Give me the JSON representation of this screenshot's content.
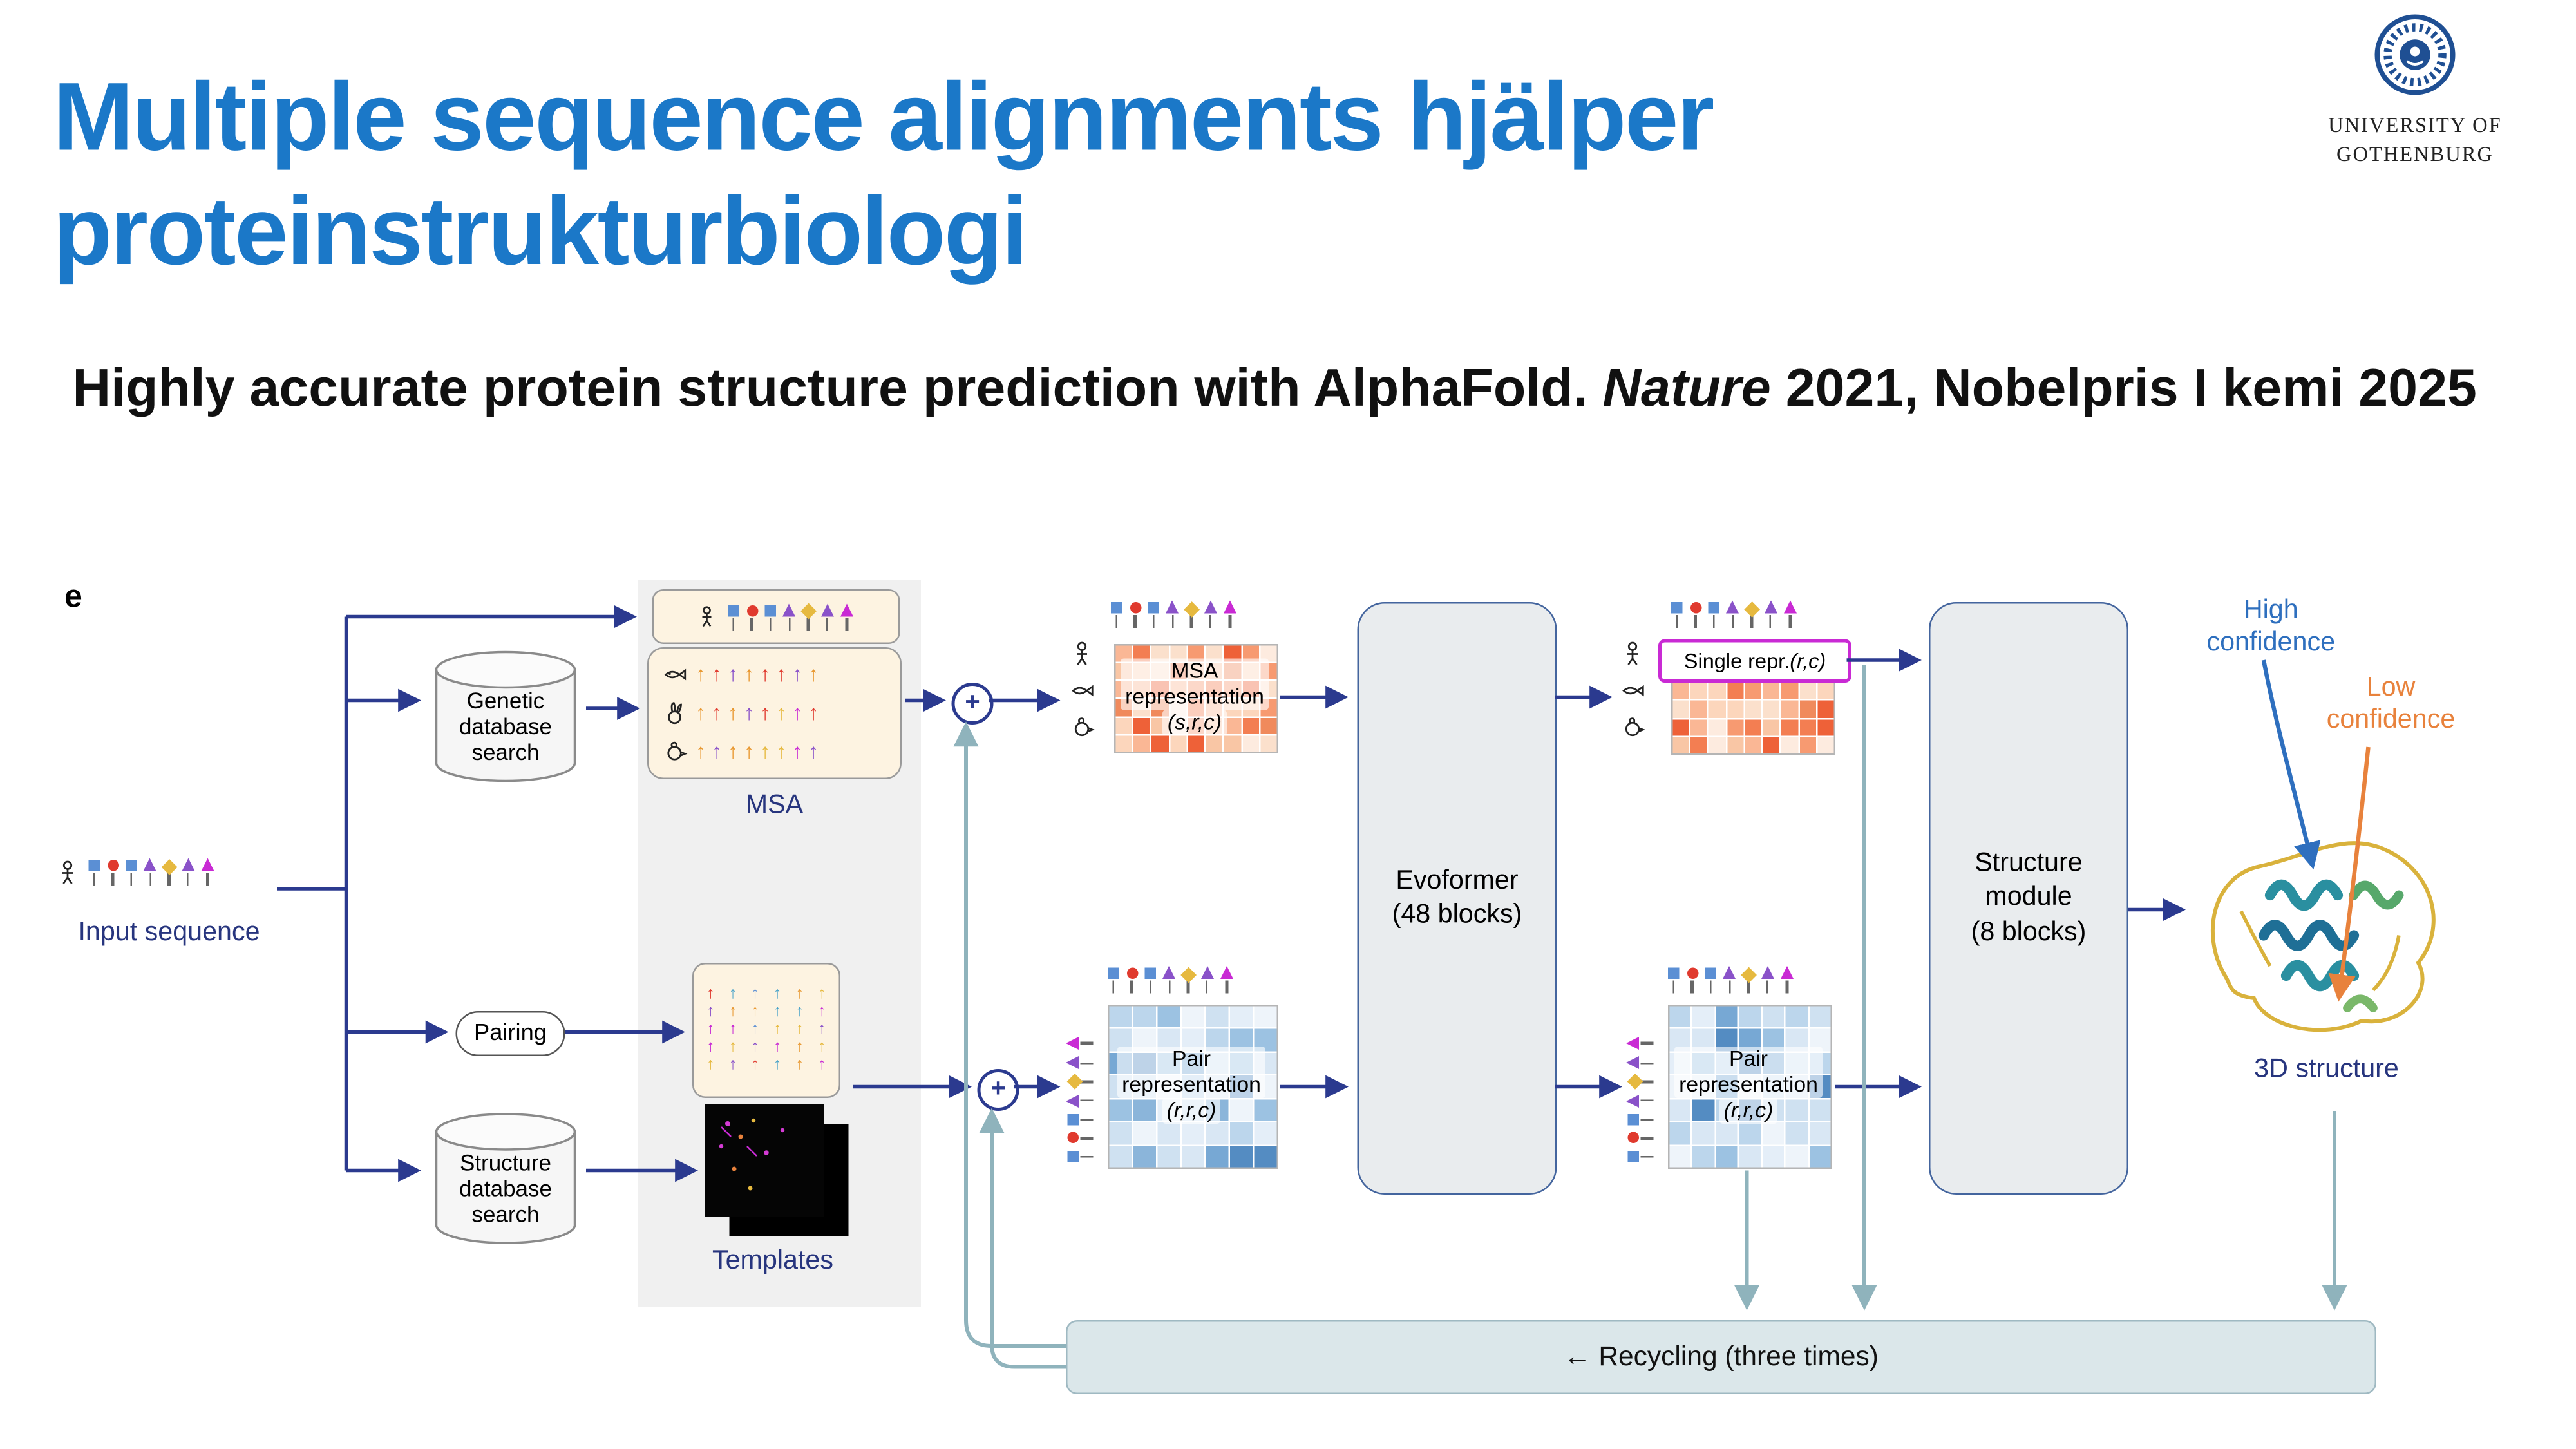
{
  "title": "Multiple sequence alignments hjälper\nproteinstrukturbiologi",
  "subtitle": {
    "prefix": "Highly accurate protein structure prediction with AlphaFold. ",
    "italic": "Nature",
    "suffix": " 2021, Nobelpris I kemi 2025"
  },
  "logo": {
    "line1": "UNIVERSITY OF",
    "line2": "GOTHENBURG"
  },
  "panel_label": "e",
  "labels": {
    "input_sequence": "Input sequence",
    "genetic_db": "Genetic\ndatabase\nsearch",
    "structure_db": "Structure\ndatabase\nsearch",
    "pairing": "Pairing",
    "msa": "MSA",
    "templates": "Templates",
    "msa_rep_name": "MSA\nrepresentation",
    "msa_rep_dims": "(s,r,c)",
    "pair_rep_name": "Pair\nrepresentation",
    "pair_rep_dims": "(r,r,c)",
    "evoformer": "Evoformer\n(48 blocks)",
    "single_repr": "Single repr. ",
    "single_repr_dims": "(r,c)",
    "structure_module": "Structure\nmodule\n(8 blocks)",
    "high_confidence": "High\nconfidence",
    "low_confidence": "Low\nconfidence",
    "structure_3d": "3D structure",
    "recycling": "← Recycling (three times)",
    "plus": "+"
  },
  "colors": {
    "title_blue": "#1b78c8",
    "label_navy": "#27357e",
    "arrow_navy": "#2b3a8f",
    "recycle_teal": "#8fb3bc",
    "high_conf_blue": "#2e6fbe",
    "low_conf_orange": "#e8823c",
    "single_repr_border": "#c92ad4",
    "module_fill": "#e9ecee",
    "module_border": "#44659e",
    "msa_box_fill": "#fdf3e1",
    "recycle_bar_fill": "#dbe7ea"
  },
  "palettes": {
    "msa_heat": [
      "#fdebdf",
      "#fcd6bc",
      "#fab795",
      "#f79a71",
      "#f37e52",
      "#ee6138",
      "#f9c6a5",
      "#fbe0cc",
      "#f08a5c"
    ],
    "pair_heat": [
      "#eef4fa",
      "#d9e7f4",
      "#bcd6ec",
      "#9cc2e2",
      "#77a8d4",
      "#548cc2",
      "#cfe1f1",
      "#e4eef8",
      "#8bb5da"
    ],
    "arrow_mix": [
      "#e8972f",
      "#e03a2e",
      "#8a52c9",
      "#c92ad4",
      "#5b8fd4",
      "#e6b93f",
      "#4aa3c9"
    ]
  },
  "glyphs": {
    "sequence": [
      {
        "shape": "square",
        "color": "#5b8fd4"
      },
      {
        "shape": "circle",
        "color": "#e03a2e"
      },
      {
        "shape": "square",
        "color": "#5b8fd4"
      },
      {
        "shape": "arrow",
        "color": "#8a52c9"
      },
      {
        "shape": "diamond",
        "color": "#e6b93f"
      },
      {
        "shape": "arrow",
        "color": "#8a52c9"
      },
      {
        "shape": "arrow",
        "color": "#c92ad4"
      }
    ]
  },
  "msa_rows": [
    [
      "#e8972f",
      "#e03a2e",
      "#8a52c9",
      "#e8972f",
      "#e03a2e",
      "#e03a2e",
      "#8a52c9",
      "#e8972f"
    ],
    [
      "#e8972f",
      "#e03a2e",
      "#e8972f",
      "#8a52c9",
      "#e03a2e",
      "#e6b93f",
      "#c92ad4",
      "#e03a2e"
    ],
    [
      "#e8972f",
      "#8a52c9",
      "#e8972f",
      "#e8972f",
      "#e6b93f",
      "#e6b93f",
      "#c92ad4",
      "#8a52c9"
    ]
  ]
}
